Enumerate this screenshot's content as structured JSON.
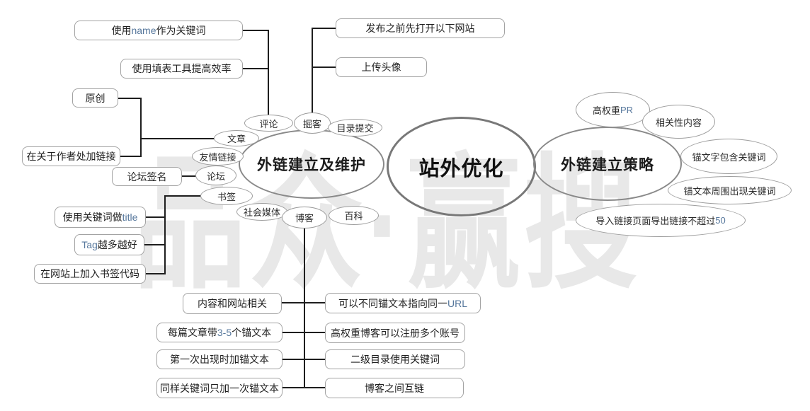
{
  "watermark": "品众·赢搜",
  "colors": {
    "watermark": "#e8e8e8",
    "connector": "#1e1e1e"
  },
  "map": {
    "center": "站外优化",
    "left": {
      "title": "外链建立及维护",
      "comment": "评论",
      "digg": "掘客",
      "directory_submit": "目录提交",
      "article": "文章",
      "friend_links": "友情链接",
      "forum": "论坛",
      "bookmarks": "书签",
      "social_media": "社会媒体",
      "blog": "博客",
      "wiki": "百科"
    },
    "right": {
      "title": "外链建立策略",
      "high_pr": "高权重PR",
      "relevant_content": "相关性内容",
      "anchor_keyword": "锚文字包含关键词",
      "around_keyword": "锚文本周围出现关键词",
      "outbound_limit": "导入链接页面导出链接不超过50"
    }
  },
  "notes": {
    "use_name": "使用name作为关键词",
    "form_tool": "使用填表工具提高效率",
    "original": "原创",
    "author_link": "在关于作者处加链接",
    "forum_signature": "论坛签名",
    "keyword_title": "使用关键词做 title",
    "more_tags": "Tag越多越好",
    "bookmark_code": "在网站上加入书签代码",
    "open_sites": "发布之前先打开以下网站",
    "upload_avatar": "上传头像",
    "related": "内容和网站相关",
    "anchors35": "每篇文章带3-5个锚文本",
    "first_anchor": "第一次出现时加锚文本",
    "same_once": "同样关键词只加一次锚文本",
    "diff_anchor": "可以不同锚文本指向同一 URL",
    "multi_account": "高权重博客可以注册多个账号",
    "subdir": "二级目录使用关键词",
    "interlink": "博客之间互链"
  }
}
